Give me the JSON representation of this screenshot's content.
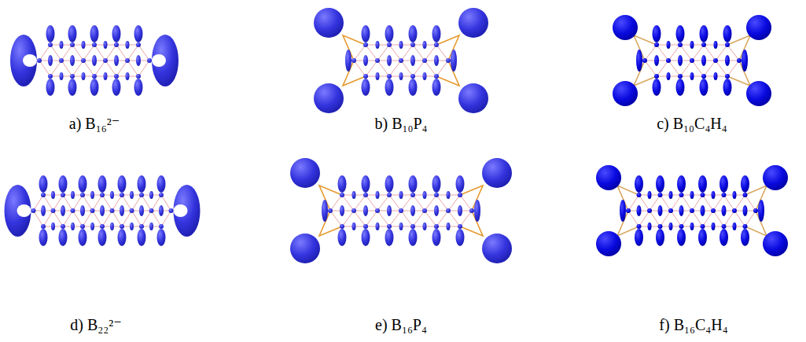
{
  "diagram": {
    "labels": [
      "a) B₁₆²⁻",
      "b) B₁₀P₄",
      "c) B₁₀C₄H₄",
      "d) B₂₂²⁻",
      "e) B₁₆P₄",
      "f) B₁₆C₄H₄"
    ]
  }
}
